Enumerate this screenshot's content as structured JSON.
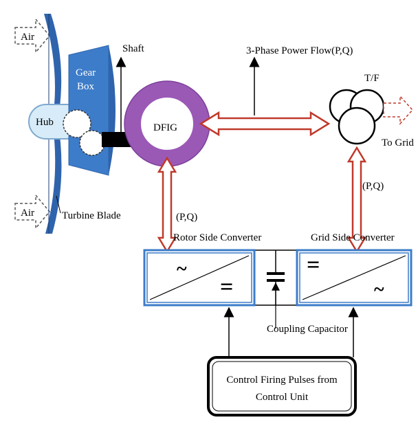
{
  "labels": {
    "air_top": "Air",
    "air_bottom": "Air",
    "hub": "Hub",
    "gear_box_line1": "Gear",
    "gear_box_line2": "Box",
    "shaft": "Shaft",
    "dfig": "DFIG",
    "power_flow": "3-Phase Power Flow(P,Q)",
    "transformer": "T/F",
    "to_grid": "To Grid",
    "pq_left": "(P,Q)",
    "pq_right": "(P,Q)",
    "turbine_blade": "Turbine Blade",
    "rotor_side_converter": "Rotor Side Converter",
    "grid_side_converter": "Grid Side Converter",
    "coupling_capacitor": "Coupling Capacitor",
    "control_line1": "Control Firing Pulses from",
    "control_line2": "Control Unit",
    "ac_symbol": "~",
    "dc_symbol": "="
  },
  "colors": {
    "blue": "#3d7cc9",
    "blue_dark": "#2f64ad",
    "purple": "#9b59b6",
    "red": "#c0392b",
    "hub": "#d7ecf8"
  }
}
